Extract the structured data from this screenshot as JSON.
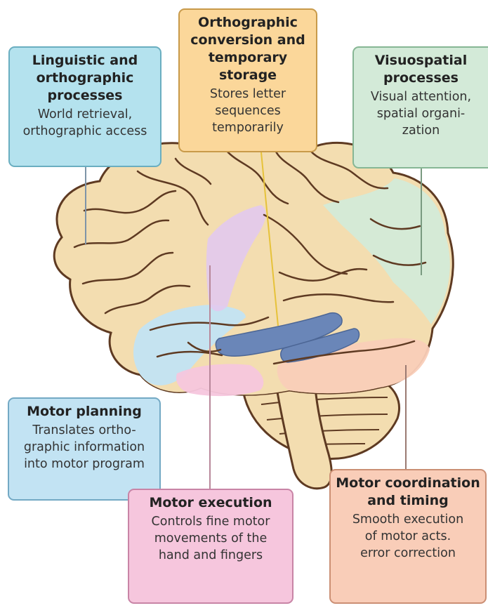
{
  "boxes": {
    "linguistic": {
      "title": "Linguistic and\northographic\nprocesses",
      "desc": "World retrieval,\northographic access"
    },
    "orthographic": {
      "title": "Orthographic\nconversion and\ntemporary storage",
      "desc": "Stores letter\nsequences\ntemporarily"
    },
    "visuospatial": {
      "title": "Visuospatial\nprocesses",
      "desc": "Visual attention,\nspatial organi-\nzation"
    },
    "motor_planning": {
      "title": "Motor planning",
      "desc": "Translates ortho-\ngraphic information\ninto motor program"
    },
    "motor_execution": {
      "title": "Motor execution",
      "desc": "Controls fine motor\nmovements of the\nhand and fingers"
    },
    "motor_coordination": {
      "title": "Motor coordination\nand timing",
      "desc": "Smooth execution\nof motor acts.\nerror correction"
    }
  },
  "colors": {
    "linguistic": "#b4e2ee",
    "orthographic": "#fbd79a",
    "visuospatial": "#d3ead8",
    "motor_planning": "#c2e3f3",
    "motor_execution": "#f6c6dd",
    "motor_coordination": "#f9cdb8",
    "brain_fill": "#f3ddb0",
    "brain_outline": "#5e3a22",
    "blue_region": "#6a86b8"
  }
}
